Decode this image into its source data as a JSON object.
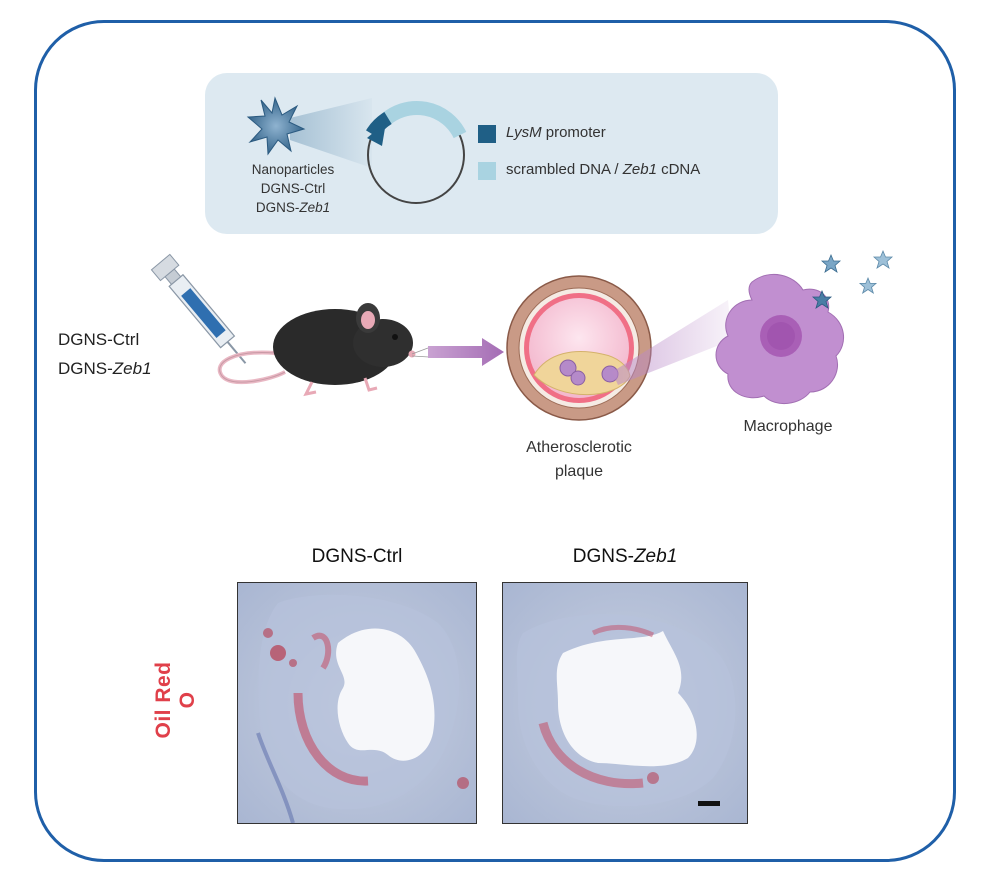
{
  "top_panel": {
    "nanoparticle_label": {
      "line1": "Nanoparticles",
      "line2": "DGNS-Ctrl",
      "line3_prefix": "DGNS-",
      "line3_italic": "Zeb1"
    },
    "legend": [
      {
        "italic": "LysM",
        "text": " promoter",
        "color": "#1f5f86"
      },
      {
        "text": "scrambled DNA / ",
        "italic": "Zeb1",
        "text2": " cDNA",
        "color": "#a9d3e1"
      }
    ]
  },
  "injection": {
    "line1": "DGNS-Ctrl",
    "line2_prefix": "DGNS-",
    "line2_italic": "Zeb1"
  },
  "plaque_label": {
    "line1": "Atherosclerotic",
    "line2": "plaque"
  },
  "macrophage_label": "Macrophage",
  "stain_label": "Oil Red O",
  "panels": [
    {
      "title_prefix": "DGNS-Ctrl",
      "title_italic": ""
    },
    {
      "title_prefix": "DGNS-",
      "title_italic": "Zeb1"
    }
  ],
  "colors": {
    "frame": "#1f5fa8",
    "top_box": "#dde9f1",
    "promoter": "#1f5f86",
    "cdna": "#a9d3e1",
    "arrow": "#b57fc0",
    "macrophage": "#c18fd0",
    "oil_red": "#e0404a"
  }
}
